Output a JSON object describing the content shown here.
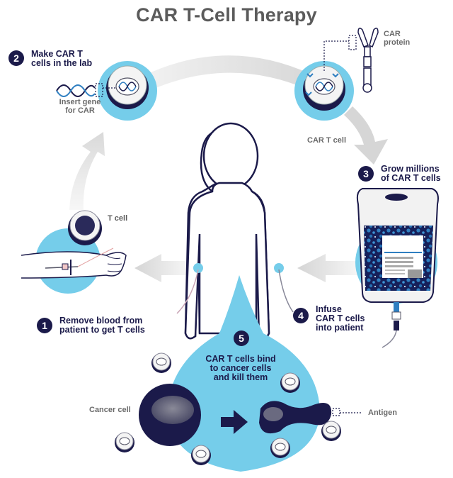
{
  "title": "CAR T-Cell Therapy",
  "colors": {
    "navy": "#1b1a4a",
    "light_blue": "#75cdea",
    "gray_text": "#5b5b5b",
    "arrow_gray": "#e0e0e0",
    "medium_blue": "#2f7fc1"
  },
  "steps": [
    {
      "number": "1",
      "label_line1": "Remove blood from",
      "label_line2": "patient to get T cells"
    },
    {
      "number": "2",
      "label_line1": "Make CAR T",
      "label_line2": "cells in the lab"
    },
    {
      "number": "3",
      "label_line1": "Grow millions",
      "label_line2": "of CAR T cells"
    },
    {
      "number": "4",
      "label_line1": "Infuse",
      "label_line2": "CAR T cells",
      "label_line3": "into patient"
    },
    {
      "number": "5",
      "label_line1": "CAR T cells bind",
      "label_line2": "to cancer cells",
      "label_line3": "and kill them"
    }
  ],
  "annotations": {
    "t_cell": "T cell",
    "insert_gene_line1": "Insert gene",
    "insert_gene_line2": "for CAR",
    "car_t_cell": "CAR T cell",
    "car_protein_line1": "CAR",
    "car_protein_line2": "protein",
    "cancer_cell": "Cancer cell",
    "antigen": "Antigen"
  }
}
